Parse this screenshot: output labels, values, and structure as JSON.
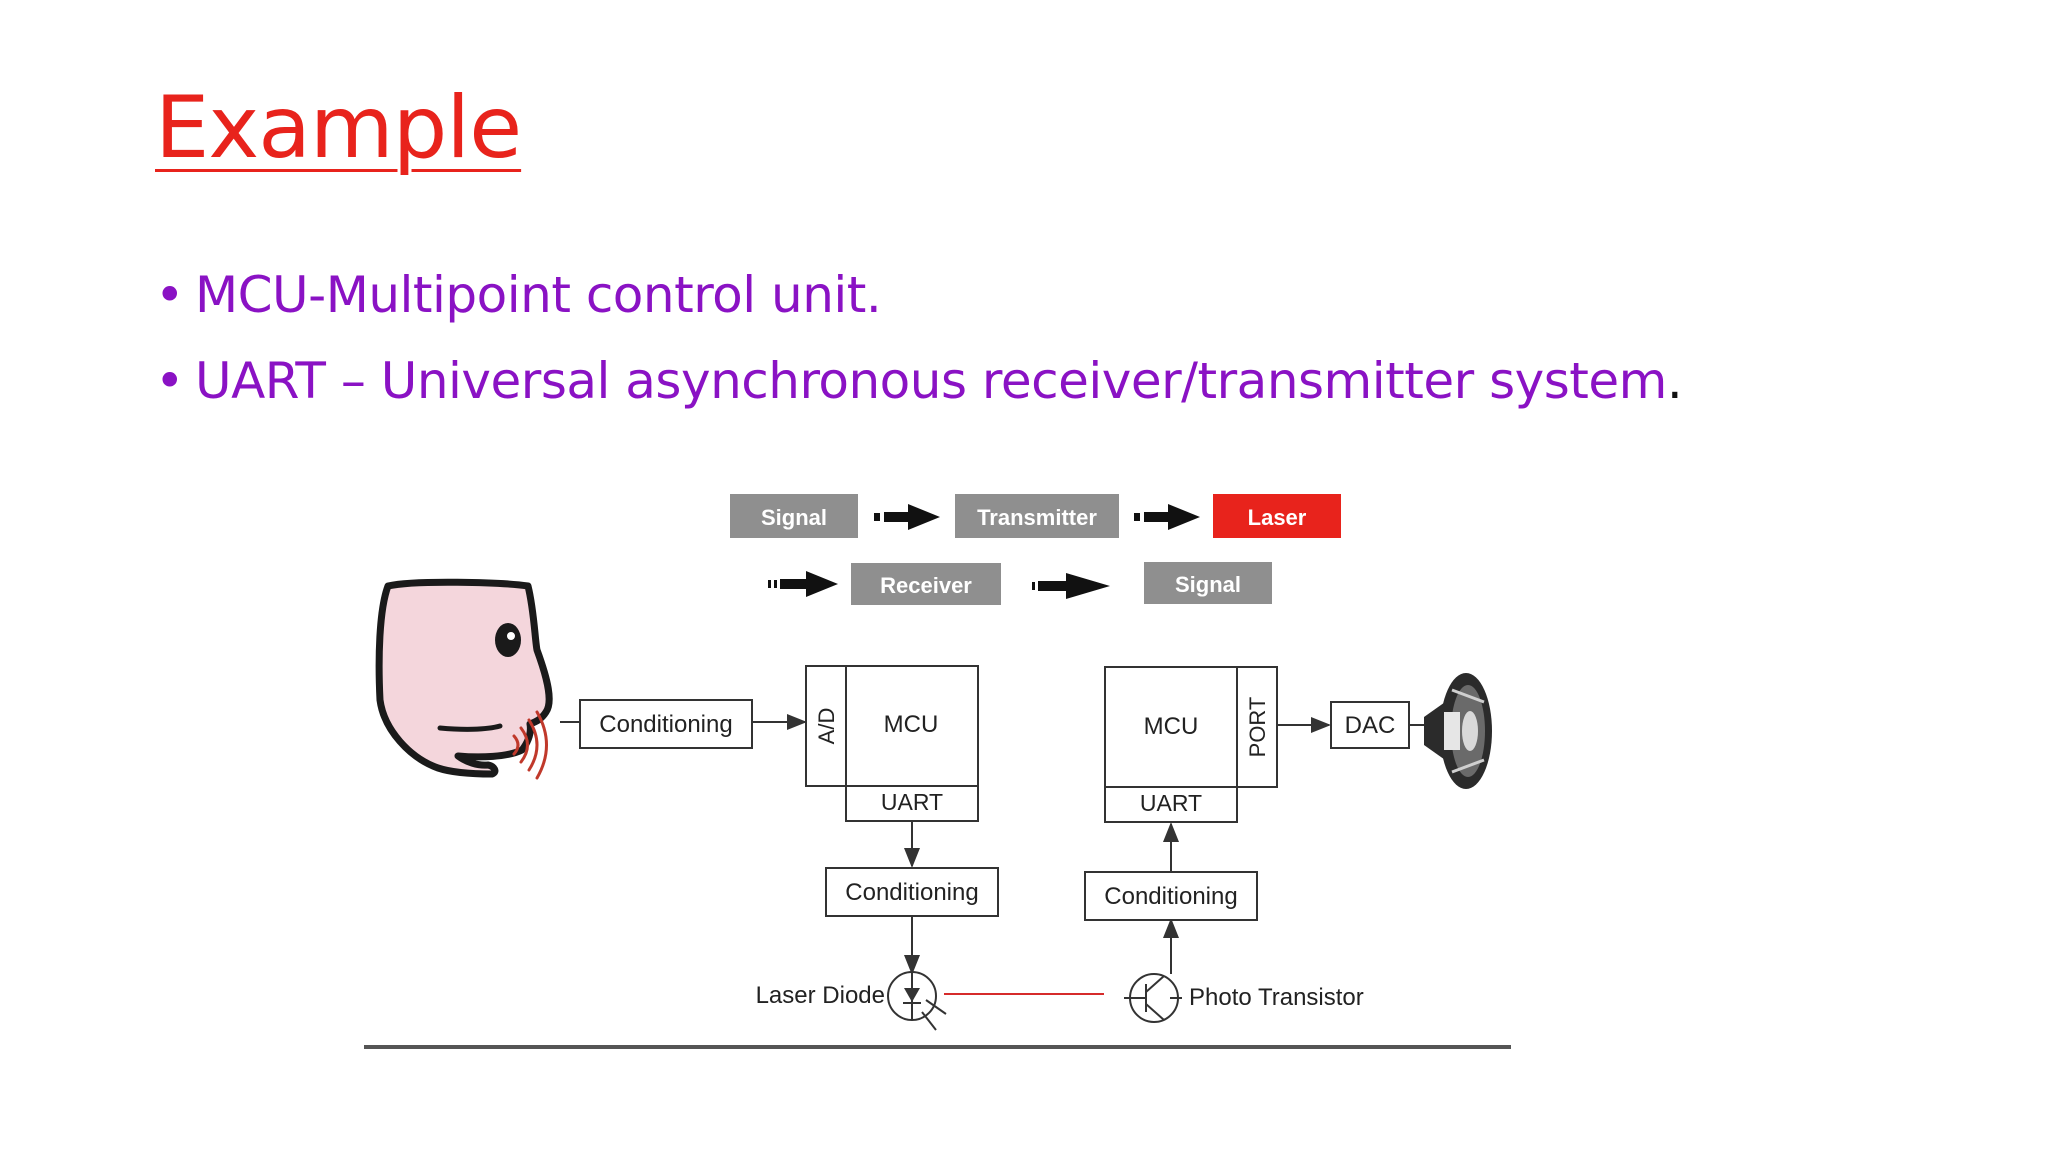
{
  "slide": {
    "title": "Example",
    "bullets": [
      {
        "bullet": "•",
        "text": "MCU-Multipoint control unit.",
        "trailing": ""
      },
      {
        "bullet": "•",
        "text": "UART – Universal asynchronous receiver/transmitter system",
        "trailing": "."
      }
    ]
  },
  "legend": {
    "signal_top": "Signal",
    "transmitter": "Transmitter",
    "laser": "Laser",
    "receiver": "Receiver",
    "signal_bottom": "Signal"
  },
  "diagram": {
    "conditioning_input": "Conditioning",
    "ad": "A/D",
    "mcu_tx": "MCU",
    "uart_tx": "UART",
    "conditioning_tx": "Conditioning",
    "laser_diode": "Laser Diode",
    "mcu_rx": "MCU",
    "port": "PORT",
    "dac": "DAC",
    "uart_rx": "UART",
    "conditioning_rx": "Conditioning",
    "photo_transistor": "Photo Transistor"
  },
  "colors": {
    "title": "#e8231c",
    "bullet_text": "#8a12c4",
    "legend_gray": "#8f8f8f",
    "laser_red": "#e8231c",
    "face_pink": "#f4d6dc",
    "sound_waves": "#c0392b",
    "laser_beam": "#d62b2b"
  }
}
